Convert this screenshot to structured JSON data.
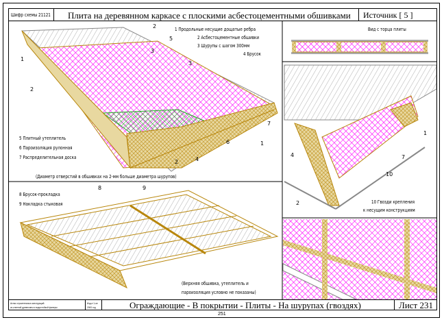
{
  "header": {
    "code_label": "Шифр схемы",
    "code": "21121",
    "title": "Плита на деревянном каркасе с плоскими асбестоцементными обшивками",
    "source": "Источник [ 5 ]"
  },
  "legend_top": [
    "1  Продольные несущие дощатые ребра",
    "2  Асбестоцементные обшивки",
    "3  Шурупы с шагом 300мм",
    "4  Брусок",
    "5  Плитный утеплитель",
    "6  Пароизоляция рулонная",
    "7  Распределительная доска"
  ],
  "note_top": "(Диаметр отверстий в обшивках на 2-мм больше диаметра шурупов)",
  "legend_bottom": [
    "8  Брусок-прокладка",
    "9  Накладка стыковая"
  ],
  "note_bottom": [
    "(Верхняя обшивка, утеплитель и",
    "пароизоляция условно не показаны)"
  ],
  "end_view_title": "Вид с торца плиты",
  "legend_right": [
    "10  Гвозди крепления",
    "к несущим конструкциям"
  ],
  "callouts": {
    "top": [
      "1",
      "2",
      "2",
      "3",
      "4",
      "5",
      "6",
      "7",
      "1",
      "2",
      "3"
    ],
    "bottom": [
      "8",
      "9"
    ],
    "right": [
      "1",
      "4",
      "7",
      "10",
      "2"
    ]
  },
  "footer": {
    "atlas": [
      "Атлас строительных конструкций",
      "из клееной древесины и водостойкой фанеры"
    ],
    "publisher": [
      "Изд-е 1-ое",
      "2000 год"
    ],
    "title": "Ограждающие - В покрытии - Плиты - На шурупах (гвоздях)",
    "sheet": "Лист 231"
  },
  "page_number": "251",
  "colors": {
    "wood": "#b8860b",
    "insulation": "#ff00ff",
    "vapor": "#22aa22",
    "sheet": "#909090",
    "screw": "#1e90b0"
  }
}
